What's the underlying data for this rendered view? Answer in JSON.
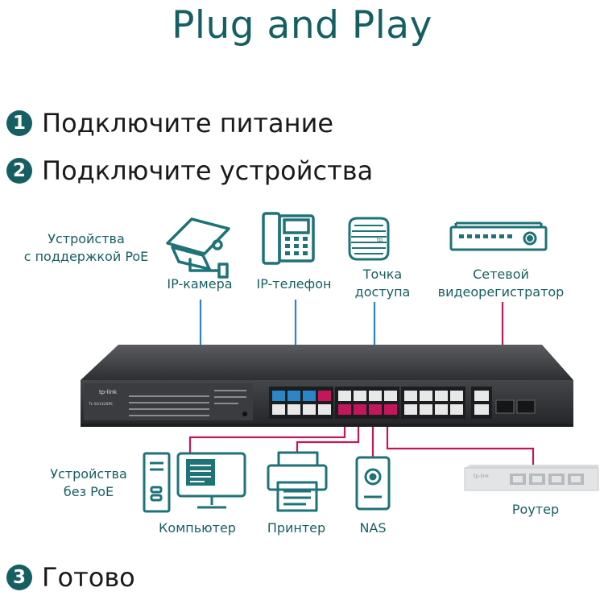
{
  "title": "Plug and Play",
  "steps": [
    {
      "num": "1",
      "text": "Подключите питание"
    },
    {
      "num": "2",
      "text": "Подключите устройства"
    },
    {
      "num": "3",
      "text": "Готово"
    }
  ],
  "poe_group_label": "Устройства\nс поддержкой PoE",
  "nonpoe_group_label": "Устройства\nбез PoE",
  "poe_devices": [
    {
      "label": "IP-камера",
      "icon": "ip-camera-icon"
    },
    {
      "label": "IP-телефон",
      "icon": "ip-phone-icon"
    },
    {
      "label": "Точка\nдоступа",
      "icon": "access-point-icon"
    },
    {
      "label": "Сетевой\nвидеорегистратор",
      "icon": "nvr-icon"
    }
  ],
  "nonpoe_devices": [
    {
      "label": "Компьютер",
      "icon": "computer-icon"
    },
    {
      "label": "Принтер",
      "icon": "printer-icon"
    },
    {
      "label": "NAS",
      "icon": "nas-icon"
    },
    {
      "label": "Роутер",
      "icon": "router-icon"
    }
  ],
  "switch": {
    "brand": "tp-link",
    "model": "TL-SG1428PE",
    "router_brand": "tp-link"
  },
  "colors": {
    "teal": "#155f63",
    "blue_link": "#2a86c8",
    "pink_link": "#c2185b",
    "switch_body": "#3a3b3e"
  }
}
